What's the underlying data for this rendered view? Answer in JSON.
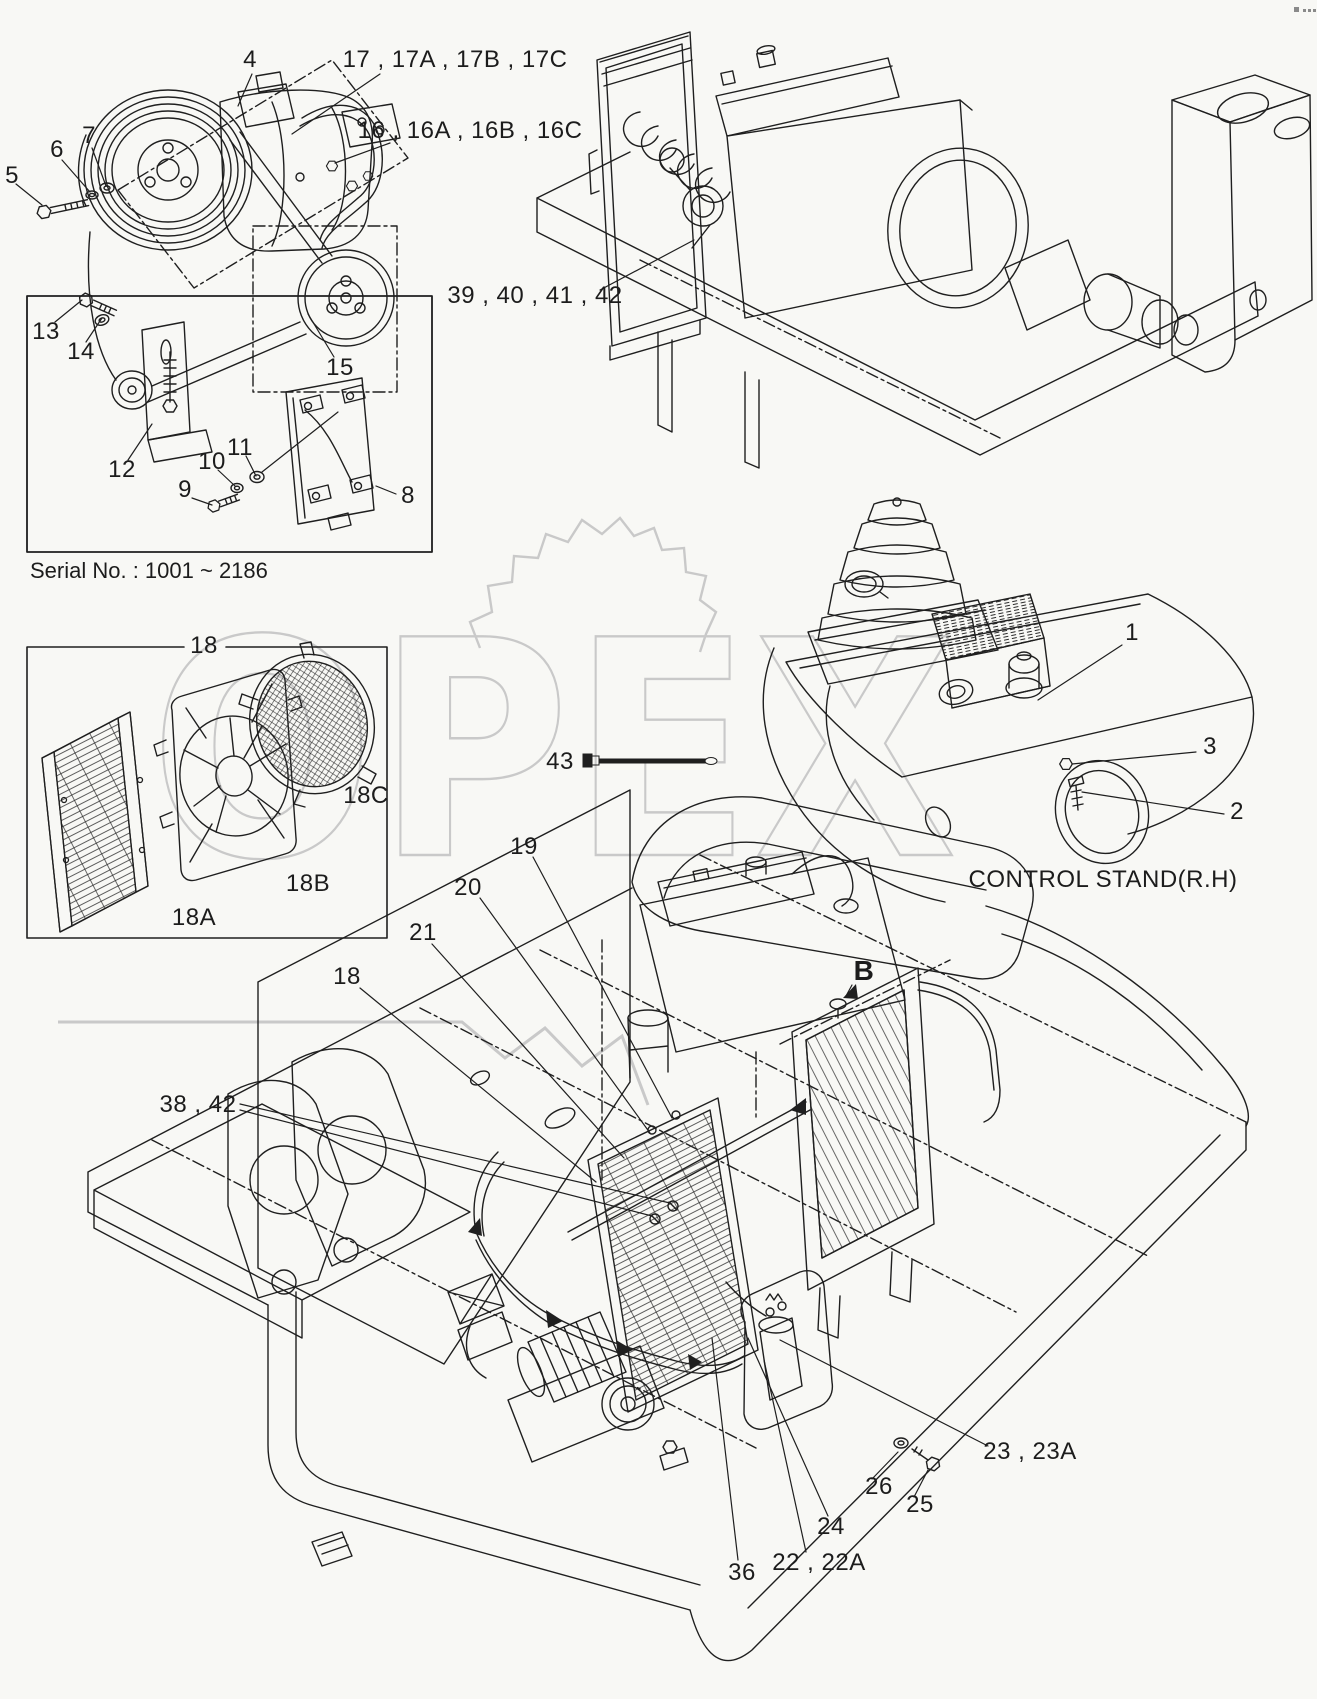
{
  "watermark": {
    "text": "OPEX",
    "color": "#c9c9c9"
  },
  "top_left": {
    "serial_note": "Serial No. : 1001 ~ 2186",
    "callouts": {
      "c4": "4",
      "c5": "5",
      "c6": "6",
      "c7": "7",
      "g17": "17 , 17A , 17B , 17C",
      "g16": "16 , 16A , 16B , 16C",
      "c13": "13",
      "c14": "14",
      "c12": "12",
      "c9": "9",
      "c10": "10",
      "c11": "11",
      "c15": "15",
      "c8": "8"
    }
  },
  "top_right": {
    "callouts": {
      "g39": "39 , 40 , 41 , 42"
    }
  },
  "condenser_box": {
    "callouts": {
      "c18": "18",
      "c18a": "18A",
      "c18b": "18B",
      "c18c": "18C"
    }
  },
  "control_stand": {
    "caption": "CONTROL STAND(R.H)",
    "callouts": {
      "c1": "1",
      "c2": "2",
      "c3": "3"
    }
  },
  "pin_row": {
    "callouts": {
      "c43": "43"
    }
  },
  "bottom": {
    "view_label": "B",
    "callouts": {
      "c19": "19",
      "c20": "20",
      "c21": "21",
      "c18": "18",
      "g38": "38 , 42",
      "g23": "23 , 23A",
      "c26": "26",
      "c25": "25",
      "c24": "24",
      "g22": "22 , 22A",
      "c36": "36"
    }
  }
}
